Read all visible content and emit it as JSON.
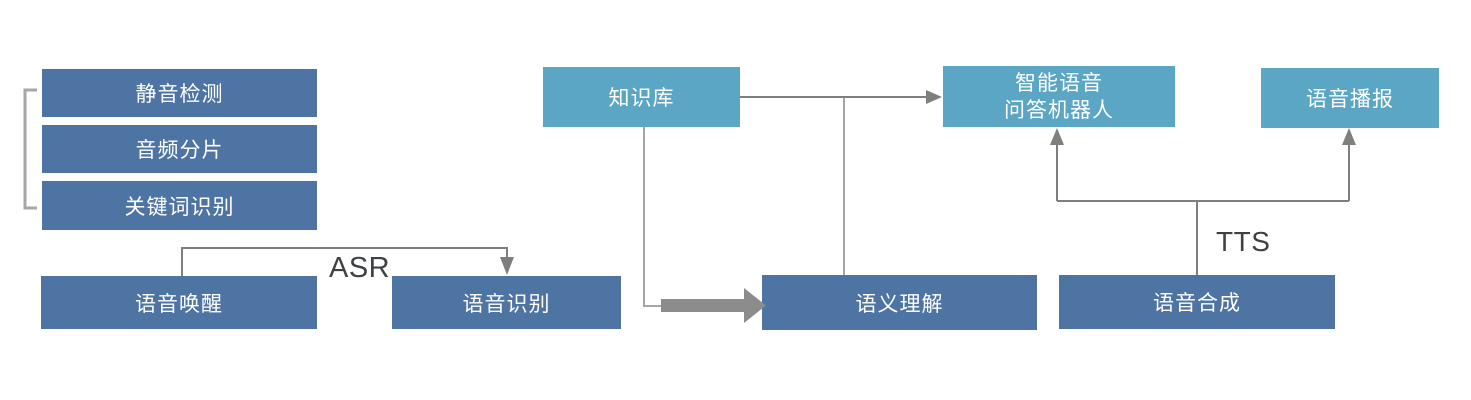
{
  "colors": {
    "box_dark": "#4E74A4",
    "box_light": "#5BA6C5",
    "box_text": "#FFFFFF",
    "line_dark": "#7F7F7F",
    "line_light": "#A6A6A6",
    "arrow_thick": "#8C8C8C",
    "label_text": "#3F4245",
    "background": "#FFFFFF"
  },
  "nodes": {
    "silence_detection": {
      "label": "静音检测"
    },
    "audio_segmentation": {
      "label": "音频分片"
    },
    "keyword_recognition": {
      "label": "关键词识别"
    },
    "voice_wakeup": {
      "label": "语音唤醒"
    },
    "speech_recognition": {
      "label": "语音识别"
    },
    "knowledge_base": {
      "label": "知识库"
    },
    "qa_robot": {
      "lines": [
        "智能语音",
        "问答机器人"
      ]
    },
    "voice_broadcast": {
      "label": "语音播报"
    },
    "semantic_understanding": {
      "label": "语义理解"
    },
    "speech_synthesis": {
      "label": "语音合成"
    }
  },
  "edge_labels": {
    "asr": "ASR",
    "tts": "TTS"
  }
}
